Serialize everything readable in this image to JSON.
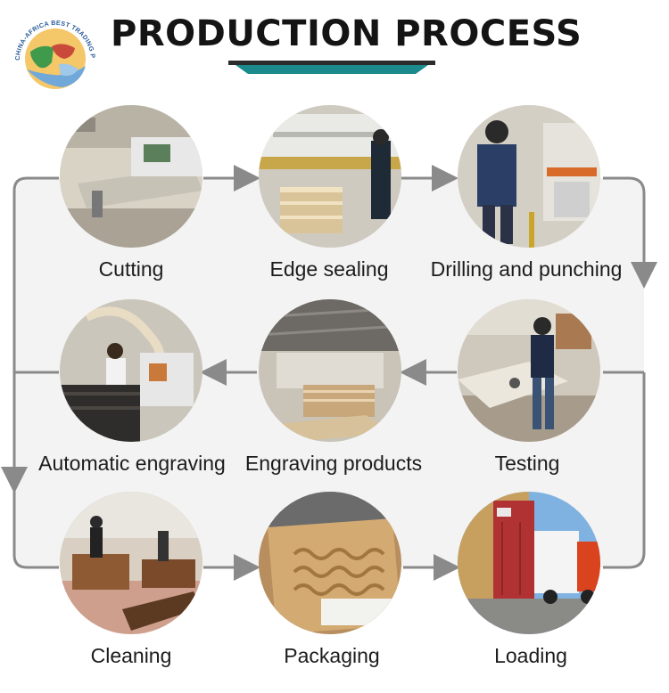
{
  "header": {
    "title": "PRODUCTION PROCESS",
    "logo_text": "CHINA-AFRICA BEST TRADING PLATFORM"
  },
  "colors": {
    "title_bar_dark": "#2b2b2b",
    "title_bar_teal": "#1b8a8c",
    "flow_line": "#8a8a8a",
    "panel_bg": "#f3f3f3"
  },
  "steps": [
    {
      "label": "Cutting",
      "image": "panel-saw-machine-photo"
    },
    {
      "label": "Edge sealing",
      "image": "edge-banding-machine-photo"
    },
    {
      "label": "Drilling and punching",
      "image": "drilling-machine-photo"
    },
    {
      "label": "Testing",
      "image": "desk-testing-photo"
    },
    {
      "label": "Engraving products",
      "image": "engraved-boards-photo"
    },
    {
      "label": "Automatic engraving",
      "image": "cnc-engraving-photo"
    },
    {
      "label": "Cleaning",
      "image": "workshop-cleaning-photo"
    },
    {
      "label": "Packaging",
      "image": "corrugated-carton-photo"
    },
    {
      "label": "Loading",
      "image": "container-truck-photo"
    }
  ]
}
